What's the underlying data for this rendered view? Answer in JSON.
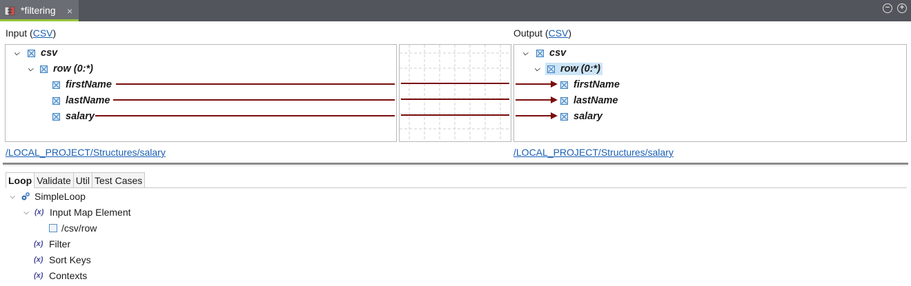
{
  "editor_tab": {
    "title": "*filtering",
    "close": "×",
    "minimize": "−",
    "maximize": "+"
  },
  "input": {
    "label": "Input (",
    "format_link": "CSV",
    "label_end": ")",
    "root": "csv",
    "row": "row (0:*)",
    "fields": [
      "firstName",
      "lastName",
      "salary"
    ],
    "path": "/LOCAL_PROJECT/Structures/salary"
  },
  "output": {
    "label": "Output (",
    "format_link": "CSV",
    "label_end": ")",
    "root": "csv",
    "row": "row (0:*)",
    "fields": [
      "firstName",
      "lastName",
      "salary"
    ],
    "path": "/LOCAL_PROJECT/Structures/salary"
  },
  "colors": {
    "mapping_line": "#7a0d0d",
    "tab_accent": "#9ac43c",
    "link": "#1a5fb4",
    "selected_bg": "#cce4f7"
  },
  "bottom_tabs": [
    "Loop",
    "Validate",
    "Util",
    "Test Cases"
  ],
  "loop_tree": {
    "root": "SimpleLoop",
    "input_map": "Input Map Element",
    "input_map_child": "/csv/row",
    "filter": "Filter",
    "sort_keys": "Sort Keys",
    "contexts": "Contexts",
    "var_icon": "(x)"
  }
}
